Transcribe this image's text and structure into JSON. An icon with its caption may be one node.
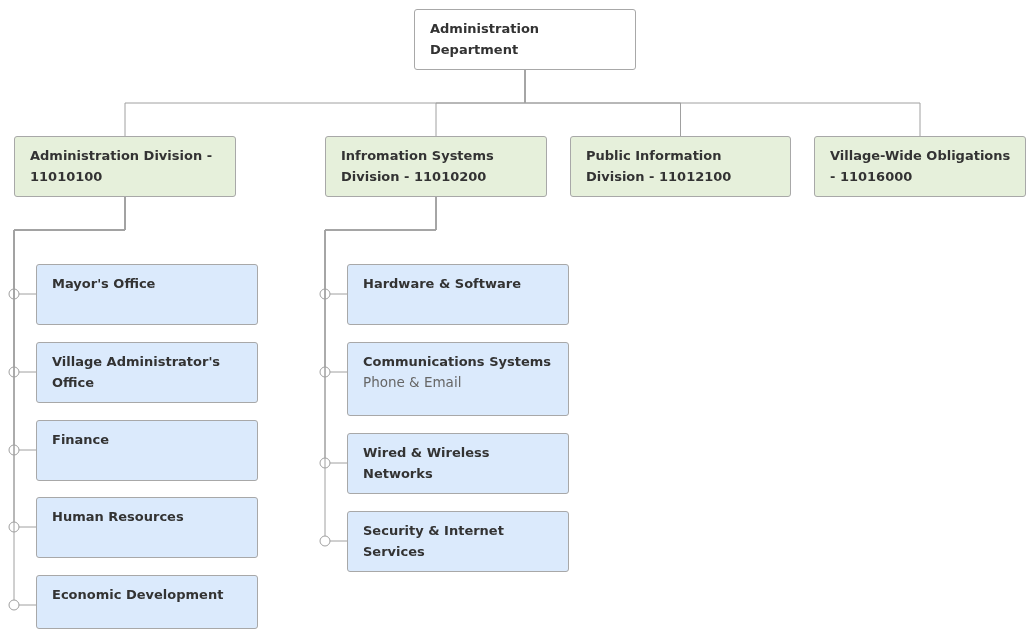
{
  "diagram": {
    "nodes": [
      {
        "text": [
          "Administration Department"
        ]
      },
      {
        "text": [
          "Administration Division - 11010100"
        ]
      },
      {
        "text": [
          "Infromation Systems Division - 11010200"
        ]
      },
      {
        "text": [
          "Public Information Division - 11012100"
        ]
      },
      {
        "text": [
          "Village-Wide Obligations - 11016000"
        ]
      },
      {
        "text": [
          "Mayor's Office"
        ]
      },
      {
        "text": [
          "Village Administrator's Office"
        ]
      },
      {
        "text": [
          "Finance"
        ]
      },
      {
        "text": [
          "Human Resources"
        ]
      },
      {
        "text": [
          "Economic Development"
        ]
      },
      {
        "text": [
          "Hardware & Software"
        ]
      },
      {
        "text": [
          "Communications Systems",
          "Phone & Email"
        ]
      },
      {
        "text": [
          "Wired & Wireless Networks"
        ]
      },
      {
        "text": [
          "Security & Internet Services"
        ]
      }
    ],
    "edges": [
      {
        "from": 0,
        "to": 1,
        "arrow": "none"
      },
      {
        "from": 0,
        "to": 2,
        "arrow": "none"
      },
      {
        "from": 0,
        "to": 3,
        "arrow": "none"
      },
      {
        "from": 0,
        "to": 4,
        "arrow": "none"
      },
      {
        "from": 1,
        "to": 5,
        "arrow": "none"
      },
      {
        "from": 1,
        "to": 6,
        "arrow": "none"
      },
      {
        "from": 1,
        "to": 7,
        "arrow": "none"
      },
      {
        "from": 1,
        "to": 8,
        "arrow": "none"
      },
      {
        "from": 1,
        "to": 9,
        "arrow": "none"
      },
      {
        "from": 2,
        "to": 10,
        "arrow": "none"
      },
      {
        "from": 2,
        "to": 11,
        "arrow": "none"
      },
      {
        "from": 2,
        "to": 12,
        "arrow": "none"
      },
      {
        "from": 2,
        "to": 13,
        "arrow": "none"
      }
    ]
  }
}
